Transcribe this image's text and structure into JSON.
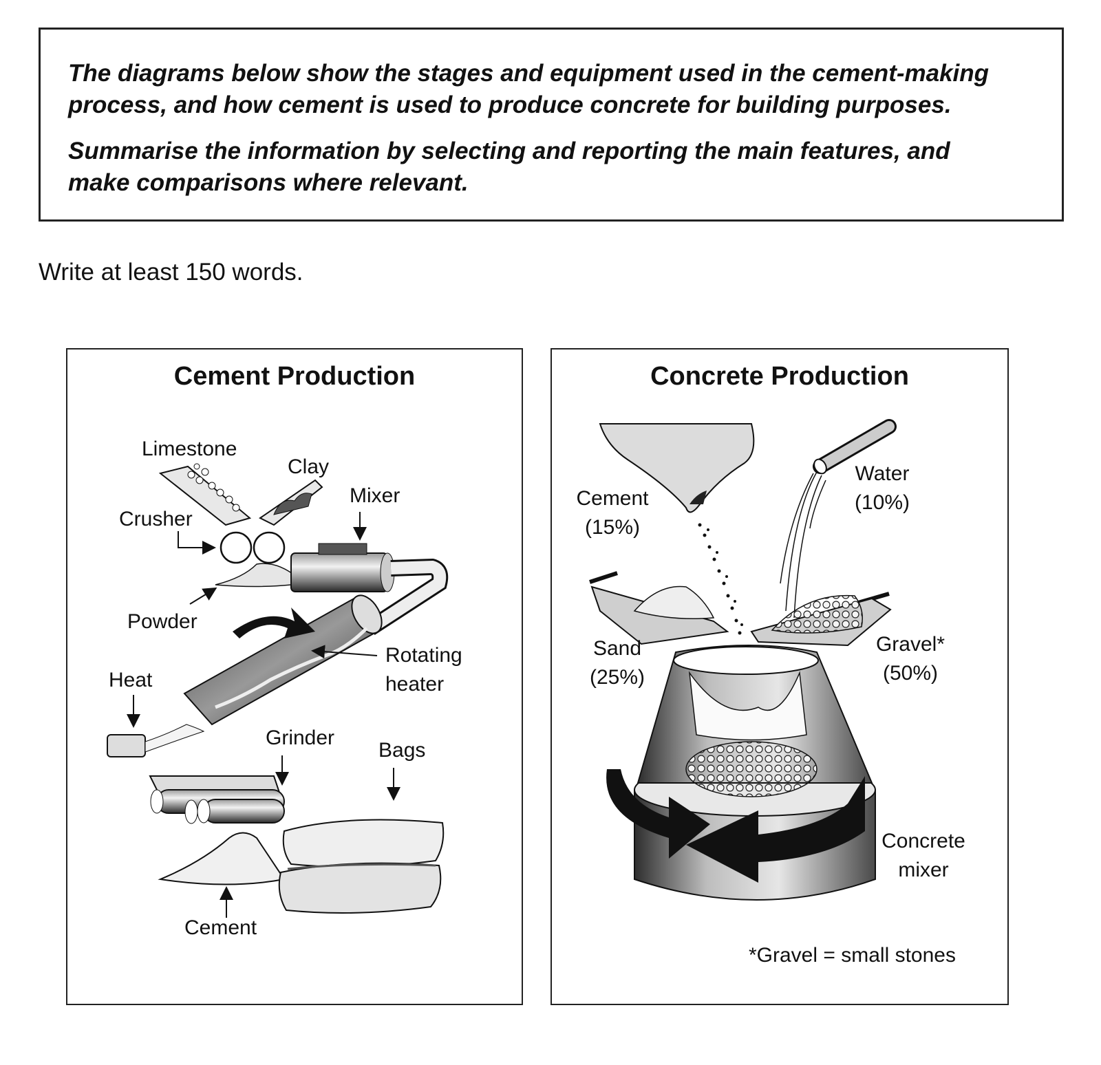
{
  "prompt": {
    "line1": "The diagrams below show the stages and equipment used in the cement-making",
    "line2": "process, and how cement is used to produce concrete for building purposes.",
    "line3": "Summarise the information by selecting and reporting the main features, and",
    "line4": "make comparisons where relevant."
  },
  "instruction": "Write at least 150 words.",
  "cement_panel": {
    "title": "Cement Production",
    "labels": {
      "limestone": "Limestone",
      "clay": "Clay",
      "mixer": "Mixer",
      "crusher": "Crusher",
      "powder": "Powder",
      "rotating_heater_1": "Rotating",
      "rotating_heater_2": "heater",
      "heat": "Heat",
      "grinder": "Grinder",
      "bags": "Bags",
      "cement": "Cement"
    }
  },
  "concrete_panel": {
    "title": "Concrete Production",
    "labels": {
      "cement_name": "Cement",
      "cement_pct": "(15%)",
      "water_name": "Water",
      "water_pct": "(10%)",
      "sand_name": "Sand",
      "sand_pct": "(25%)",
      "gravel_name": "Gravel*",
      "gravel_pct": "(50%)",
      "mixer_1": "Concrete",
      "mixer_2": "mixer",
      "footnote": "*Gravel = small stones"
    }
  },
  "colors": {
    "ink": "#111111",
    "shade_dark": "#333333",
    "shade_mid": "#8a8a8a",
    "shade_light": "#d6d6d6"
  }
}
